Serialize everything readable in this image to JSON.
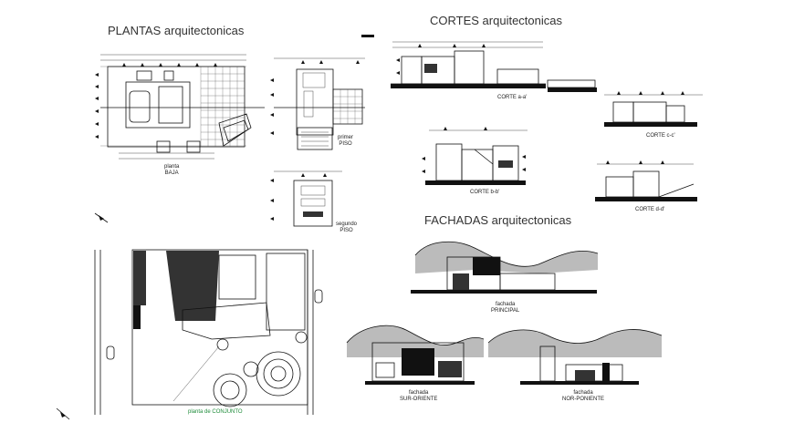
{
  "titles": {
    "plantas": "PLANTAS arquitectonicas",
    "cortes": "CORTES arquitectonicas",
    "fachadas": "FACHADAS arquitectonicas"
  },
  "captions": {
    "planta_baja_1": "planta",
    "planta_baja_2": "BAJA",
    "primer_piso_1": "primer",
    "primer_piso_2": "PISO",
    "segundo_piso_1": "segundo",
    "segundo_piso_2": "PISO",
    "corte_aa": "CORTE a-a'",
    "corte_bb": "CORTE b-b'",
    "corte_cc": "CORTE c-c'",
    "corte_dd": "CORTE d-d'",
    "fachada_principal_1": "fachada",
    "fachada_principal_2": "PRINCIPAL",
    "fachada_suroriente_1": "fachada",
    "fachada_suroriente_2": "SUR-ORIENTE",
    "fachada_norponiente_1": "fachada",
    "fachada_norponiente_2": "NOR-PONIENTE",
    "planta_conjunto": "planta de CONJUNTO"
  },
  "colors": {
    "ink": "#111111",
    "conjunto_label": "#1e8c3a"
  }
}
